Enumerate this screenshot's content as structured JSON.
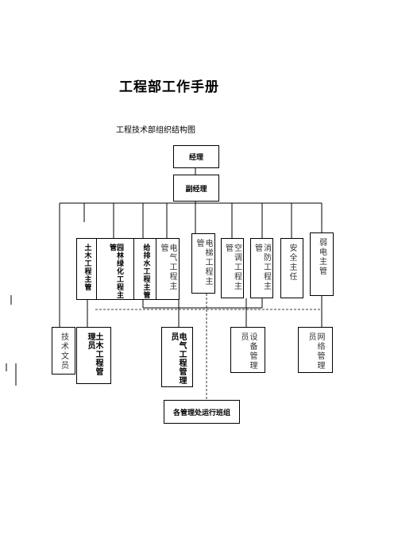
{
  "title": "工程部工作手册",
  "subtitle": "工程技术部组织结构图",
  "org": {
    "manager": "经理",
    "deputy": "副经理",
    "supervisors": {
      "civil": "土木工程主管",
      "greening": "园林绿化工程主管",
      "drainage": "给排水工程主管",
      "electrical": "电气工程主管",
      "elevator": "电梯工程主管",
      "hvac": "空调工程主管",
      "fire": "消防工程主管",
      "safety": "安全主任",
      "weak_current": "弱电主管"
    },
    "staff": {
      "tech_clerk": "技术文员",
      "civil_admin": "土木工程管理员",
      "electrical_admin": "电气工程管理员",
      "equipment_admin": "设备管理员",
      "network_admin": "网络管理员"
    },
    "team": "各管理处运行班组"
  }
}
